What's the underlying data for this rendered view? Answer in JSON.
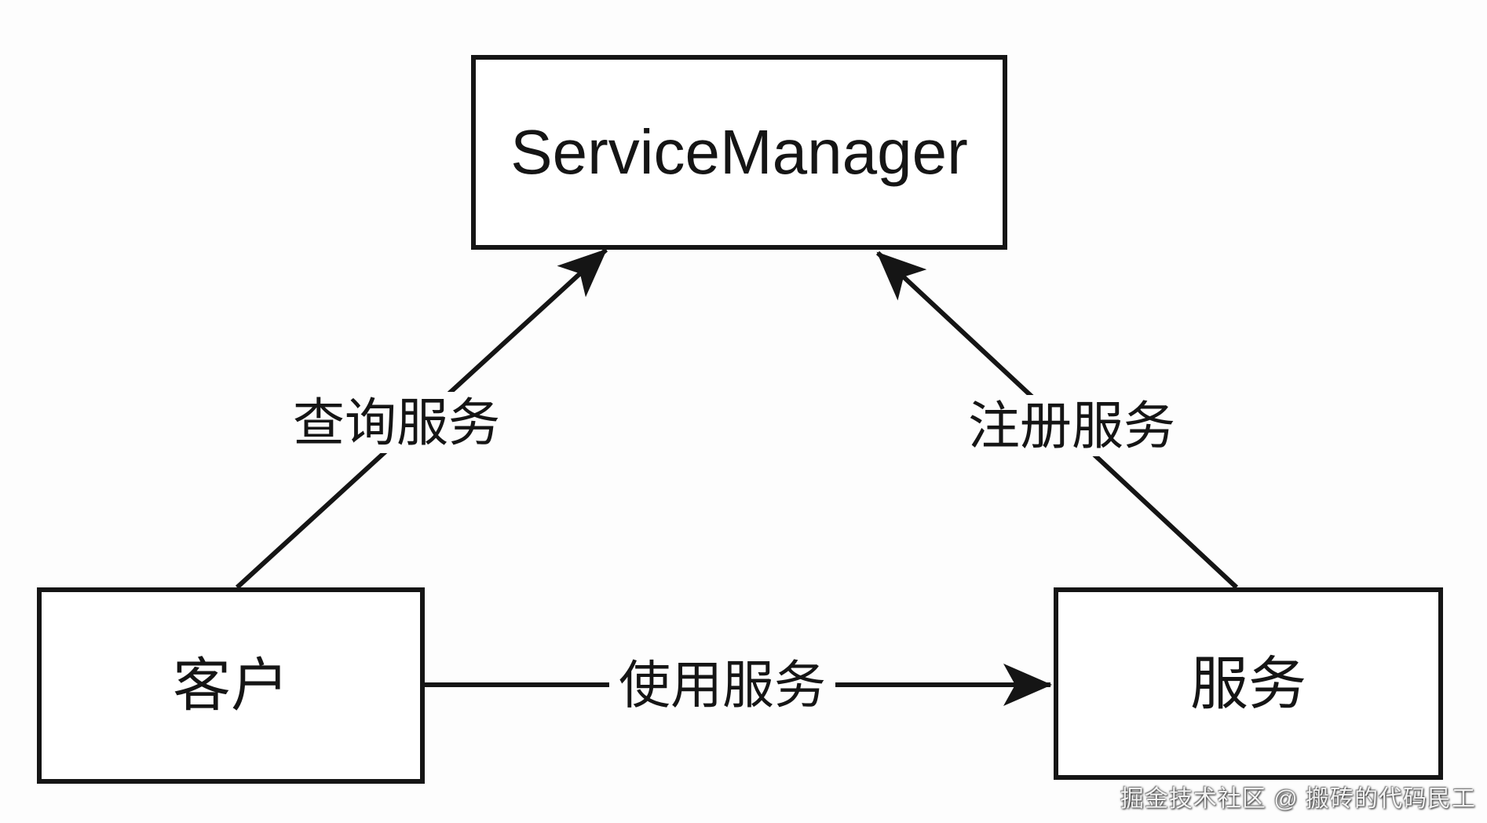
{
  "page": {
    "background": "#fdfdfd",
    "stroke_color": "#151515"
  },
  "diagram": {
    "type": "binder-servicemanager-architecture",
    "nodes": {
      "service_manager": {
        "label": "ServiceManager"
      },
      "client": {
        "label": "客户"
      },
      "service": {
        "label": "服务"
      }
    },
    "edges": {
      "query": {
        "label": "查询服务",
        "from": "client",
        "to": "service_manager",
        "arrow": "to"
      },
      "register": {
        "label": "注册服务",
        "from": "service",
        "to": "service_manager",
        "arrow": "to"
      },
      "use": {
        "label": "使用服务",
        "from": "client",
        "to": "service",
        "arrow": "to"
      }
    }
  },
  "watermark": {
    "text": "掘金技术社区 @ 搬砖的代码民工"
  }
}
